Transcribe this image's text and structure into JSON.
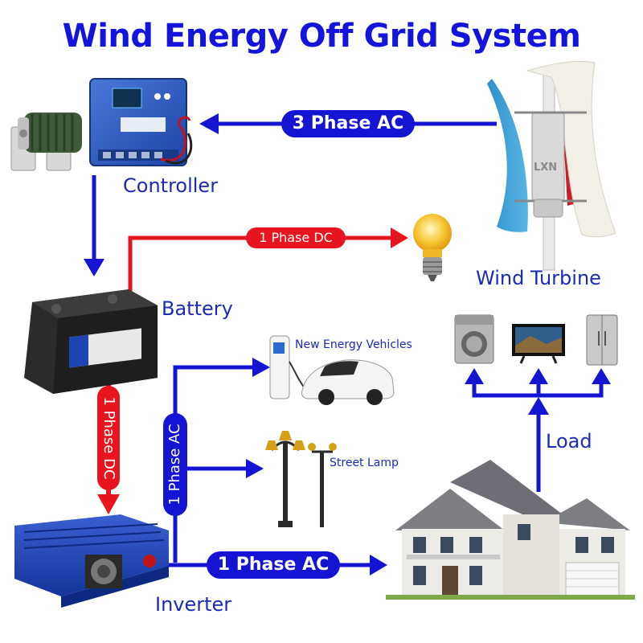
{
  "title": "Wind Energy Off Grid System",
  "labels": {
    "controller": "Controller",
    "wind_turbine": "Wind Turbine",
    "battery": "Battery",
    "inverter": "Inverter",
    "new_energy_vehicles": "New Energy Vehicles",
    "street_lamp": "Street Lamp",
    "load": "Load",
    "turbine_brand": "LXN"
  },
  "connections": {
    "three_phase_ac": "3 Phase AC",
    "one_phase_dc_top": "1 Phase DC",
    "one_phase_dc_vertical": "1 Phase DC",
    "one_phase_ac_vertical": "1 Phase AC",
    "one_phase_ac_bottom": "1 Phase AC"
  },
  "colors": {
    "ac_line": "#1414d2",
    "dc_line": "#e8141e",
    "title": "#1414dc",
    "label": "#1a2bb8"
  },
  "icons": [
    "resistor-icon",
    "controller-icon",
    "wind-turbine-icon",
    "light-bulb-icon",
    "battery-icon",
    "washing-machine-icon",
    "tv-icon",
    "refrigerator-icon",
    "ev-charger-icon",
    "car-icon",
    "street-lamp-icon",
    "inverter-icon",
    "house-icon"
  ]
}
